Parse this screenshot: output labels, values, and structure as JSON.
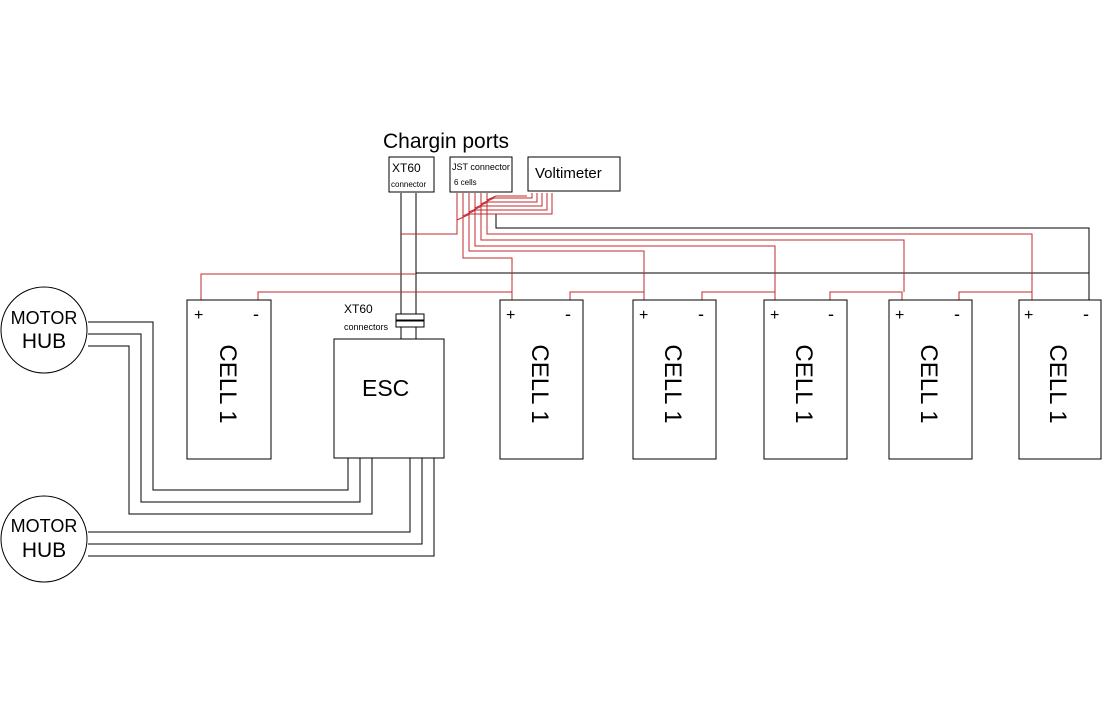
{
  "title": "Chargin ports",
  "ports": {
    "xt60_line1": "XT60",
    "xt60_line2": "connector",
    "jst_line1": "JST connector",
    "jst_line2": "6 cells",
    "voltimeter": "Voltimeter"
  },
  "xt60_connectors": {
    "line1": "XT60",
    "line2": "connectors"
  },
  "esc_label": "ESC",
  "motors": [
    {
      "line1": "MOTOR",
      "line2": "HUB"
    },
    {
      "line1": "MOTOR",
      "line2": "HUB"
    }
  ],
  "cells": [
    {
      "label": "CELL 1",
      "plus": "+",
      "minus": "-"
    },
    {
      "label": "CELL 1",
      "plus": "+",
      "minus": "-"
    },
    {
      "label": "CELL 1",
      "plus": "+",
      "minus": "-"
    },
    {
      "label": "CELL 1",
      "plus": "+",
      "minus": "-"
    },
    {
      "label": "CELL 1",
      "plus": "+",
      "minus": "-"
    },
    {
      "label": "CELL 1",
      "plus": "+",
      "minus": "-"
    }
  ],
  "colors": {
    "wire_red": "#c0282e",
    "wire_black": "#000000"
  }
}
